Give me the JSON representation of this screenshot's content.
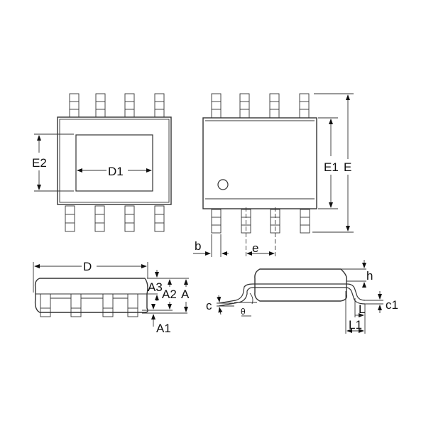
{
  "diagram": {
    "type": "package-outline",
    "package": "SOP-8 / ESOP-8 (exposed pad)",
    "views": {
      "bottom_view": {
        "labels": {
          "pad_width": "D1",
          "pad_height": "E2"
        }
      },
      "top_view": {
        "labels": {
          "body_width": "E1",
          "total_width": "E",
          "lead_width": "b",
          "pitch": "e"
        }
      },
      "side_view": {
        "labels": {
          "length": "D",
          "height_total": "A",
          "height_body": "A2",
          "height_top": "A3",
          "standoff": "A1"
        }
      },
      "end_view": {
        "labels": {
          "lead_thickness": "c",
          "angle": "θ",
          "chamfer": "h",
          "lead_thickness_2": "c1",
          "foot_length": "L",
          "foot_length_2": "L1"
        }
      }
    }
  }
}
